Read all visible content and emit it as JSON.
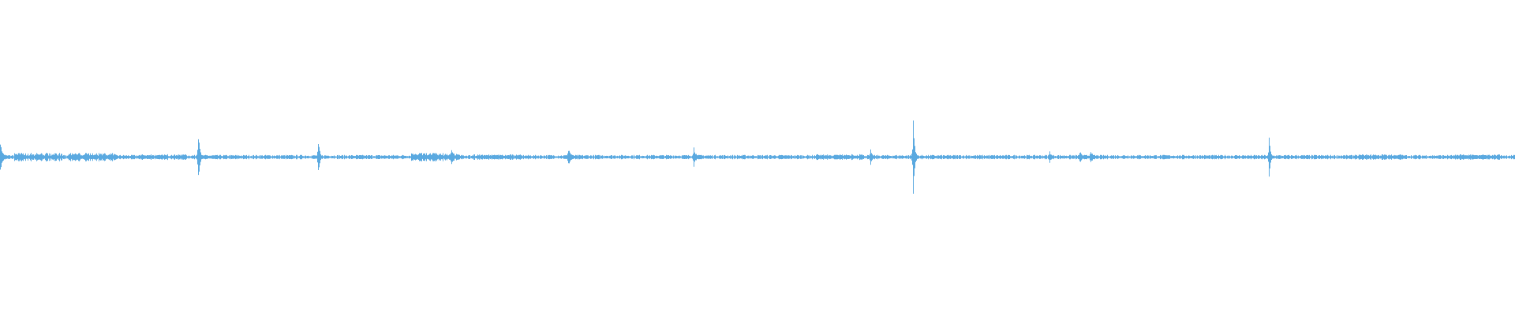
{
  "waveform": {
    "color": "#5aa9e0",
    "background": "#ffffff",
    "duration_fraction_range": [
      0,
      1
    ],
    "amplitude_range": [
      -1,
      1
    ],
    "baseline_amplitude": 0.012,
    "events": [
      {
        "t": 0.0,
        "amp": 0.1,
        "kind": "onset"
      },
      {
        "t": 0.02,
        "amp": 0.03,
        "kind": "noise"
      },
      {
        "t": 0.055,
        "amp": 0.03,
        "kind": "noise"
      },
      {
        "t": 0.102,
        "amp": 0.02,
        "kind": "noise"
      },
      {
        "t": 0.131,
        "amp": 0.2,
        "kind": "spike"
      },
      {
        "t": 0.21,
        "amp": 0.16,
        "kind": "spike"
      },
      {
        "t": 0.282,
        "amp": 0.03,
        "kind": "noise"
      },
      {
        "t": 0.298,
        "amp": 0.05,
        "kind": "onset"
      },
      {
        "t": 0.323,
        "amp": 0.02,
        "kind": "noise"
      },
      {
        "t": 0.375,
        "amp": 0.06,
        "kind": "onset"
      },
      {
        "t": 0.458,
        "amp": 0.08,
        "kind": "burst"
      },
      {
        "t": 0.548,
        "amp": 0.02,
        "kind": "noise"
      },
      {
        "t": 0.575,
        "amp": 0.08,
        "kind": "spike"
      },
      {
        "t": 0.603,
        "amp": 0.32,
        "kind": "spike"
      },
      {
        "t": 0.693,
        "amp": 0.06,
        "kind": "spike"
      },
      {
        "t": 0.713,
        "amp": 0.05,
        "kind": "burst"
      },
      {
        "t": 0.72,
        "amp": 0.05,
        "kind": "burst"
      },
      {
        "t": 0.838,
        "amp": 0.18,
        "kind": "spike"
      },
      {
        "t": 0.905,
        "amp": 0.02,
        "kind": "noise"
      },
      {
        "t": 0.97,
        "amp": 0.02,
        "kind": "noise"
      }
    ]
  }
}
